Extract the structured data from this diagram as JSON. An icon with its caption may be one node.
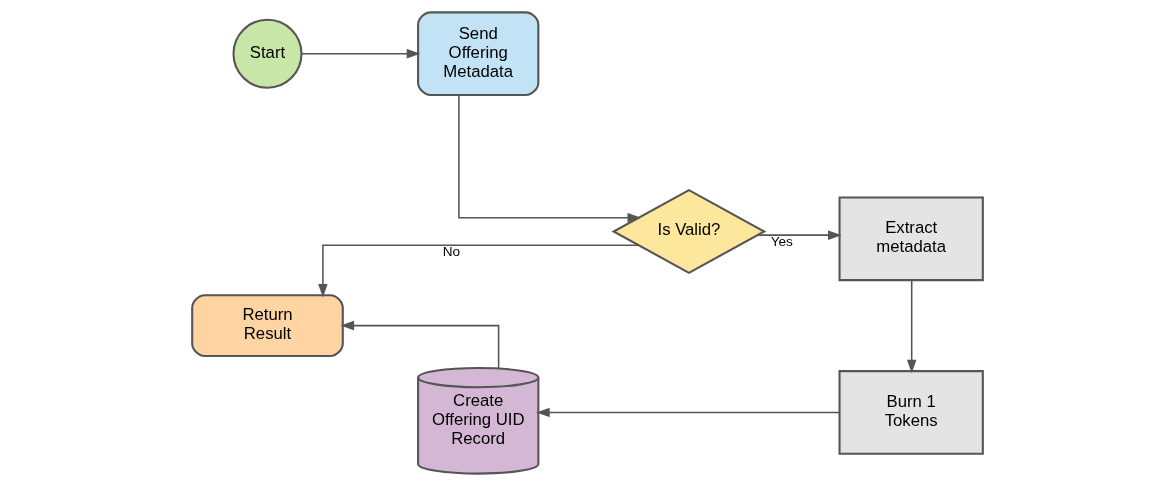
{
  "diagram": {
    "nodes": [
      {
        "text": [
          "Start"
        ]
      },
      {
        "text": [
          "Send Offering Metadata"
        ]
      },
      {
        "text": [
          "Is Valid?"
        ]
      },
      {
        "text": [
          "Extract metadata"
        ]
      },
      {
        "text": [
          "Burn 1 Tokens"
        ]
      },
      {
        "text": [
          "Create Offering UID Record"
        ]
      },
      {
        "text": [
          "Return Result"
        ]
      }
    ],
    "edges": [
      {
        "from": 0,
        "to": 1,
        "arrow": "to"
      },
      {
        "from": 1,
        "to": 2,
        "arrow": "to"
      },
      {
        "from": 2,
        "to": 3,
        "arrow": "to",
        "label": "Yes"
      },
      {
        "from": 2,
        "to": 6,
        "arrow": "to",
        "label": "No"
      },
      {
        "from": 3,
        "to": 4,
        "arrow": "to"
      },
      {
        "from": 4,
        "to": 5,
        "arrow": "to"
      },
      {
        "from": 5,
        "to": 6,
        "arrow": "to"
      }
    ]
  }
}
